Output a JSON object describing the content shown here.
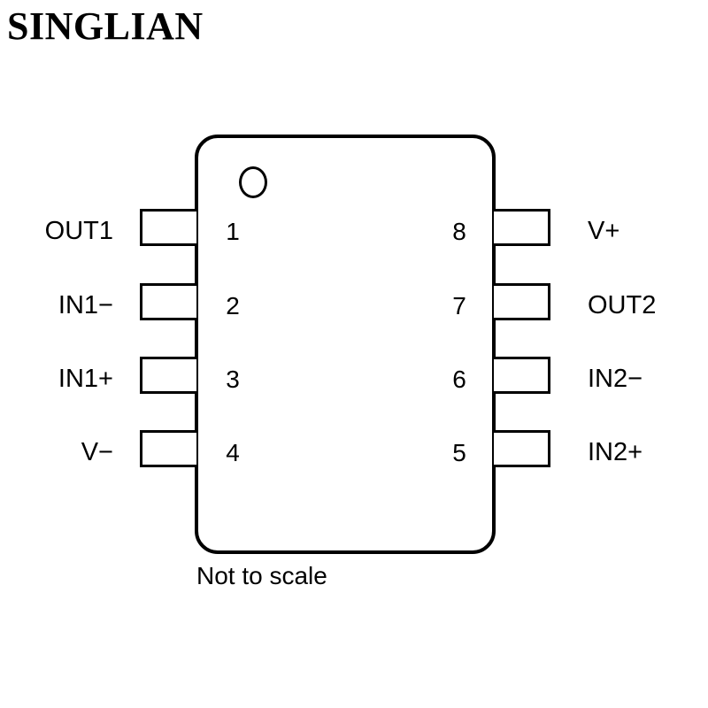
{
  "brand": "SINGLIAN",
  "pins": {
    "p1": {
      "number": "1",
      "name": "OUT1"
    },
    "p2": {
      "number": "2",
      "name": "IN1−"
    },
    "p3": {
      "number": "3",
      "name": "IN1+"
    },
    "p4": {
      "number": "4",
      "name": "V−"
    },
    "p5": {
      "number": "5",
      "name": "IN2+"
    },
    "p6": {
      "number": "6",
      "name": "IN2−"
    },
    "p7": {
      "number": "7",
      "name": "OUT2"
    },
    "p8": {
      "number": "8",
      "name": "V+"
    }
  },
  "note": "Not to scale"
}
